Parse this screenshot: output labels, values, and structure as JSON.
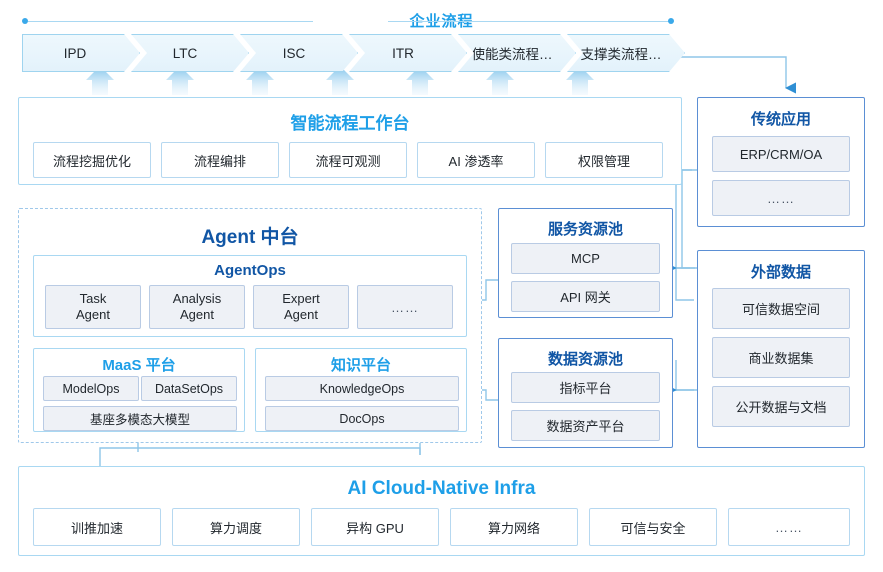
{
  "theme": {
    "accent_blue": "#1e9fe8",
    "navy": "#1156a5",
    "panel_border": "#5b8fd4",
    "light_border": "#a9d8f2",
    "chip_blue_bg": "#f5f9fd",
    "chip_grey_bg": "#eef1f6"
  },
  "enterprise_process": {
    "rail_label": "企业流程",
    "stages": [
      {
        "label": "IPD"
      },
      {
        "label": "LTC"
      },
      {
        "label": "ISC"
      },
      {
        "label": "ITR"
      },
      {
        "label": "使能类流程…"
      },
      {
        "label": "支撑类流程…"
      }
    ]
  },
  "workbench": {
    "title": "智能流程工作台",
    "items": [
      {
        "label": "流程挖掘优化"
      },
      {
        "label": "流程编排"
      },
      {
        "label": "流程可观测"
      },
      {
        "label": "AI 渗透率"
      },
      {
        "label": "权限管理"
      }
    ]
  },
  "legacy_apps": {
    "title": "传统应用",
    "items": [
      {
        "label": "ERP/CRM/OA"
      },
      {
        "label": "……"
      }
    ]
  },
  "agent_platform": {
    "title": "Agent 中台",
    "agentops": {
      "title": "AgentOps",
      "items": [
        {
          "line1": "Task",
          "line2": "Agent"
        },
        {
          "line1": "Analysis",
          "line2": "Agent"
        },
        {
          "line1": "Expert",
          "line2": "Agent"
        },
        {
          "line1": "……",
          "line2": ""
        }
      ]
    },
    "maas": {
      "title": "MaaS 平台",
      "row1": [
        {
          "label": "ModelOps"
        },
        {
          "label": "DataSetOps"
        }
      ],
      "row2": [
        {
          "label": "基座多模态大模型"
        }
      ]
    },
    "knowledge": {
      "title": "知识平台",
      "items": [
        {
          "label": "KnowledgeOps"
        },
        {
          "label": "DocOps"
        }
      ]
    }
  },
  "service_pool": {
    "title": "服务资源池",
    "items": [
      {
        "label": "MCP"
      },
      {
        "label": "API 网关"
      }
    ]
  },
  "data_pool": {
    "title": "数据资源池",
    "items": [
      {
        "label": "指标平台"
      },
      {
        "label": "数据资产平台"
      }
    ]
  },
  "external_data": {
    "title": "外部数据",
    "items": [
      {
        "label": "可信数据空间"
      },
      {
        "label": "商业数据集"
      },
      {
        "label": "公开数据与文档"
      }
    ]
  },
  "infra": {
    "title": "AI Cloud-Native Infra",
    "items": [
      {
        "label": "训推加速"
      },
      {
        "label": "算力调度"
      },
      {
        "label": "异构 GPU"
      },
      {
        "label": "算力网络"
      },
      {
        "label": "可信与安全"
      },
      {
        "label": "……"
      }
    ]
  }
}
